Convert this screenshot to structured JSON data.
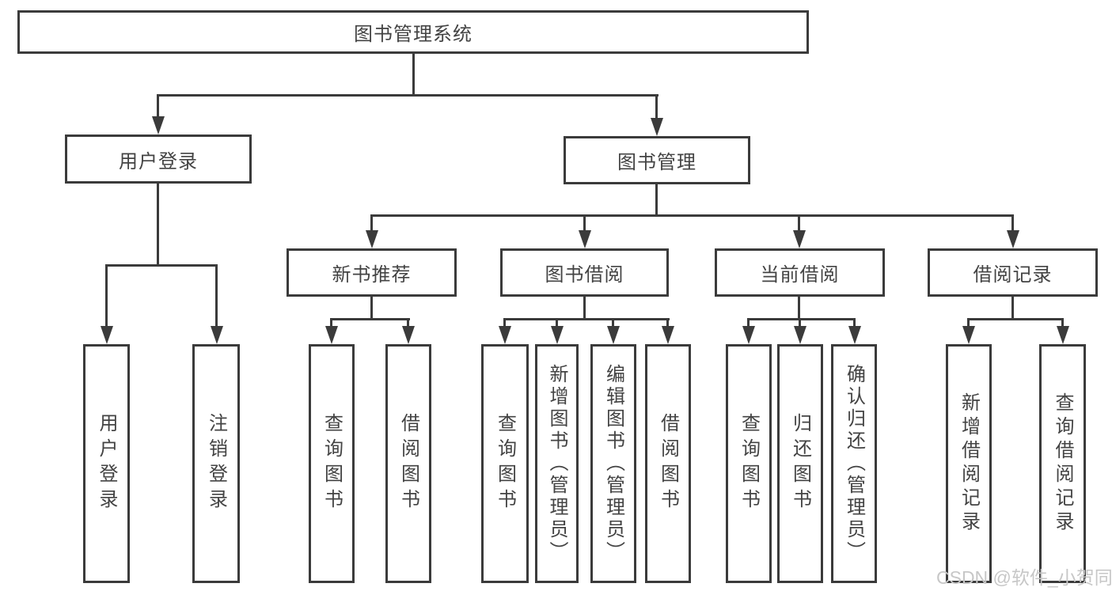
{
  "tree": {
    "root": {
      "label": "图书管理系统"
    },
    "branches": [
      {
        "label": "用户登录",
        "children": [
          {
            "label": "用户登录"
          },
          {
            "label": "注销登录"
          }
        ]
      },
      {
        "label": "图书管理",
        "children": [
          {
            "label": "新书推荐",
            "children": [
              {
                "label": "查询图书"
              },
              {
                "label": "借阅图书"
              }
            ]
          },
          {
            "label": "图书借阅",
            "children": [
              {
                "label": "查询图书"
              },
              {
                "label": "新增图书（管理员）"
              },
              {
                "label": "编辑图书（管理员）"
              },
              {
                "label": "借阅图书"
              }
            ]
          },
          {
            "label": "当前借阅",
            "children": [
              {
                "label": "查询图书"
              },
              {
                "label": "归还图书"
              },
              {
                "label": "确认归还（管理员）"
              }
            ]
          },
          {
            "label": "借阅记录",
            "children": [
              {
                "label": "新增借阅记录"
              },
              {
                "label": "查询借阅记录"
              }
            ]
          }
        ]
      }
    ]
  },
  "watermark": {
    "text": "CSDN @软件_小贺同学"
  },
  "colors": {
    "line": "#3b3b3b",
    "text": "#434343",
    "watermark": "#c7c7c7",
    "background": "#ffffff"
  }
}
